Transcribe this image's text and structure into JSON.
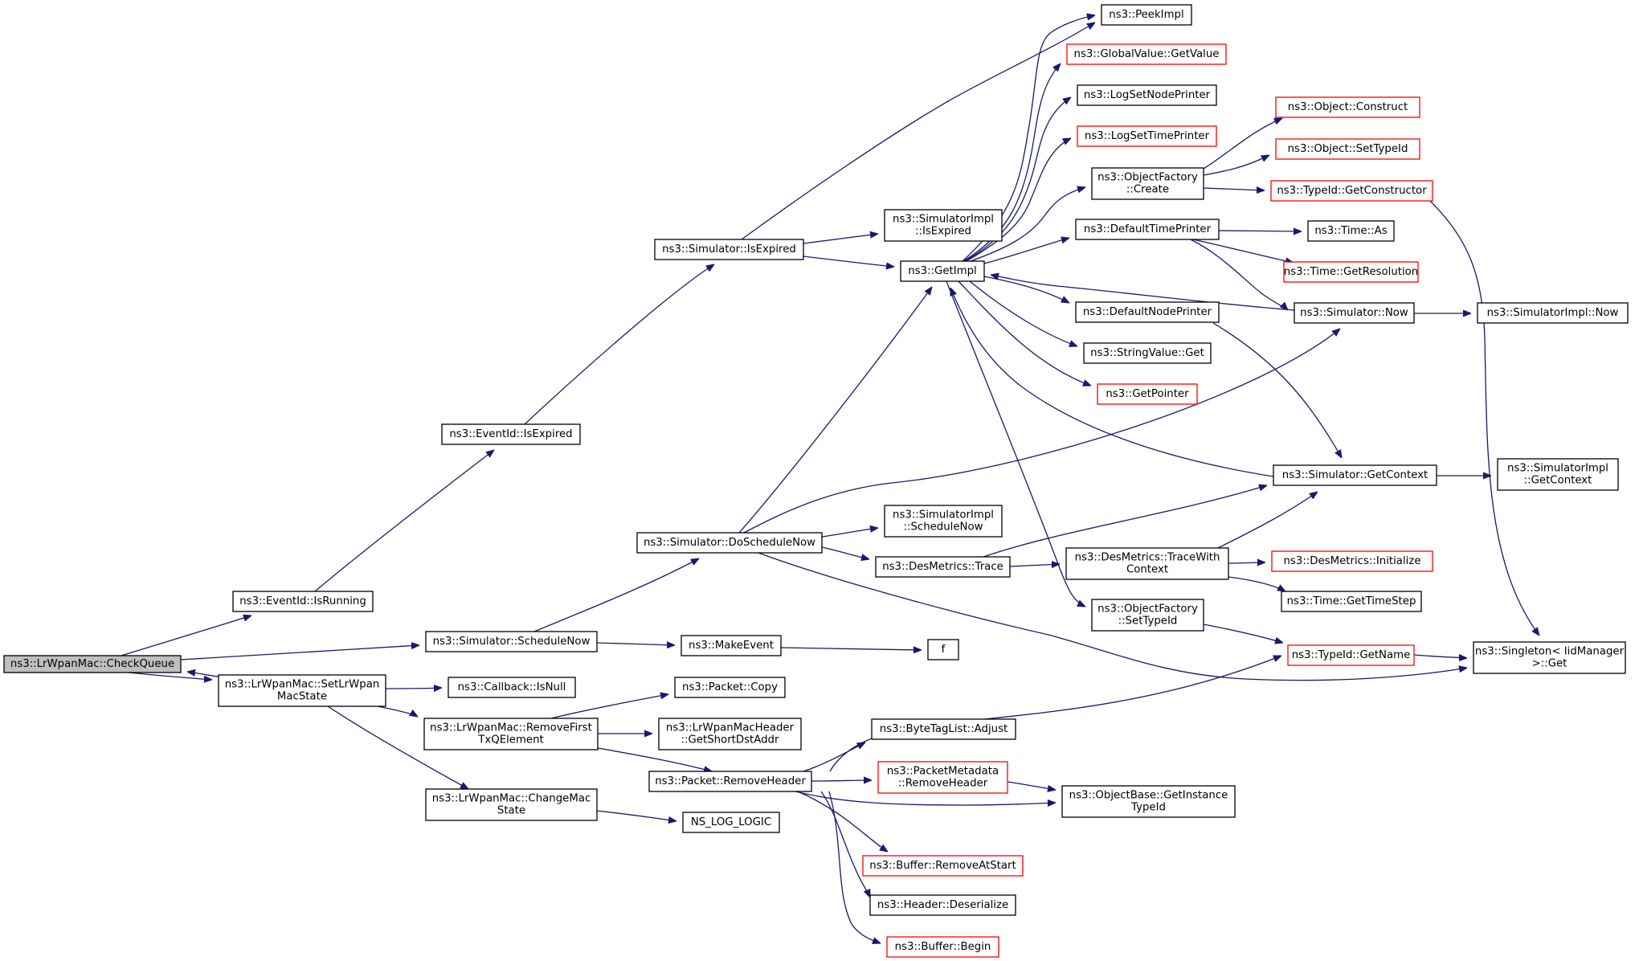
{
  "diagram": {
    "type": "doxygen-call-graph",
    "colors": {
      "edge": "#191970",
      "box_border": "#000000",
      "box_partial": "#ff0000",
      "focus_fill": "#bfbfbf"
    },
    "nodes": [
      {
        "id": "checkqueue",
        "lines": [
          "ns3::LrWpanMac::CheckQueue"
        ],
        "style": "focus"
      },
      {
        "id": "isrunning",
        "lines": [
          "ns3::EventId::IsRunning"
        ],
        "style": "normal"
      },
      {
        "id": "schedulenow",
        "lines": [
          "ns3::Simulator::ScheduleNow"
        ],
        "style": "normal"
      },
      {
        "id": "setstate",
        "lines": [
          "ns3::LrWpanMac::SetLrWpan",
          "MacState"
        ],
        "style": "normal"
      },
      {
        "id": "eid_isexpired",
        "lines": [
          "ns3::EventId::IsExpired"
        ],
        "style": "normal"
      },
      {
        "id": "sim_isexpired",
        "lines": [
          "ns3::Simulator::IsExpired"
        ],
        "style": "normal"
      },
      {
        "id": "doschedulenow",
        "lines": [
          "ns3::Simulator::DoScheduleNow"
        ],
        "style": "normal"
      },
      {
        "id": "makeevent",
        "lines": [
          "ns3::MakeEvent"
        ],
        "style": "normal"
      },
      {
        "id": "cb_isnull",
        "lines": [
          "ns3::Callback::IsNull"
        ],
        "style": "normal"
      },
      {
        "id": "removefirst",
        "lines": [
          "ns3::LrWpanMac::RemoveFirst",
          "TxQElement"
        ],
        "style": "normal"
      },
      {
        "id": "changestate",
        "lines": [
          "ns3::LrWpanMac::ChangeMac",
          "State"
        ],
        "style": "normal"
      },
      {
        "id": "peekimpl",
        "lines": [
          "ns3::PeekImpl"
        ],
        "style": "normal"
      },
      {
        "id": "gv_getvalue",
        "lines": [
          "ns3::GlobalValue::GetValue"
        ],
        "style": "partial"
      },
      {
        "id": "lognode",
        "lines": [
          "ns3::LogSetNodePrinter"
        ],
        "style": "normal"
      },
      {
        "id": "logtime",
        "lines": [
          "ns3::LogSetTimePrinter"
        ],
        "style": "partial"
      },
      {
        "id": "simimpl_isexpired",
        "lines": [
          "ns3::SimulatorImpl",
          "::IsExpired"
        ],
        "style": "normal"
      },
      {
        "id": "getimpl",
        "lines": [
          "ns3::GetImpl"
        ],
        "style": "normal"
      },
      {
        "id": "simimpl_schedulenow",
        "lines": [
          "ns3::SimulatorImpl",
          "::ScheduleNow"
        ],
        "style": "normal"
      },
      {
        "id": "des_trace",
        "lines": [
          "ns3::DesMetrics::Trace"
        ],
        "style": "normal"
      },
      {
        "id": "f",
        "lines": [
          "f"
        ],
        "style": "normal"
      },
      {
        "id": "pkt_copy",
        "lines": [
          "ns3::Packet::Copy"
        ],
        "style": "normal"
      },
      {
        "id": "getshortdst",
        "lines": [
          "ns3::LrWpanMacHeader",
          "::GetShortDstAddr"
        ],
        "style": "normal"
      },
      {
        "id": "removeheader",
        "lines": [
          "ns3::Packet::RemoveHeader"
        ],
        "style": "normal"
      },
      {
        "id": "ns_log_logic",
        "lines": [
          "NS_LOG_LOGIC"
        ],
        "style": "normal"
      },
      {
        "id": "of_create",
        "lines": [
          "ns3::ObjectFactory",
          "::Create"
        ],
        "style": "normal"
      },
      {
        "id": "defaulttime",
        "lines": [
          "ns3::DefaultTimePrinter"
        ],
        "style": "normal"
      },
      {
        "id": "defaultnode",
        "lines": [
          "ns3::DefaultNodePrinter"
        ],
        "style": "normal"
      },
      {
        "id": "sv_get",
        "lines": [
          "ns3::StringValue::Get"
        ],
        "style": "normal"
      },
      {
        "id": "getpointer",
        "lines": [
          "ns3::GetPointer"
        ],
        "style": "partial"
      },
      {
        "id": "sim_getcontext",
        "lines": [
          "ns3::Simulator::GetContext"
        ],
        "style": "normal"
      },
      {
        "id": "des_tracewith",
        "lines": [
          "ns3::DesMetrics::TraceWith",
          "Context"
        ],
        "style": "normal"
      },
      {
        "id": "of_settypeid",
        "lines": [
          "ns3::ObjectFactory",
          "::SetTypeId"
        ],
        "style": "normal"
      },
      {
        "id": "bytetag",
        "lines": [
          "ns3::ByteTagList::Adjust"
        ],
        "style": "normal"
      },
      {
        "id": "pm_removeheader",
        "lines": [
          "ns3::PacketMetadata",
          "::RemoveHeader"
        ],
        "style": "partial"
      },
      {
        "id": "buf_removeatstart",
        "lines": [
          "ns3::Buffer::RemoveAtStart"
        ],
        "style": "partial"
      },
      {
        "id": "hdr_deserialize",
        "lines": [
          "ns3::Header::Deserialize"
        ],
        "style": "normal"
      },
      {
        "id": "buf_begin",
        "lines": [
          "ns3::Buffer::Begin"
        ],
        "style": "partial"
      },
      {
        "id": "obj_construct",
        "lines": [
          "ns3::Object::Construct"
        ],
        "style": "partial"
      },
      {
        "id": "obj_settypeid",
        "lines": [
          "ns3::Object::SetTypeId"
        ],
        "style": "partial"
      },
      {
        "id": "tid_getconstructor",
        "lines": [
          "ns3::TypeId::GetConstructor"
        ],
        "style": "partial"
      },
      {
        "id": "time_as",
        "lines": [
          "ns3::Time::As"
        ],
        "style": "normal"
      },
      {
        "id": "time_getres",
        "lines": [
          "ns3::Time::GetResolution"
        ],
        "style": "partial"
      },
      {
        "id": "sim_now",
        "lines": [
          "ns3::Simulator::Now"
        ],
        "style": "normal"
      },
      {
        "id": "des_init",
        "lines": [
          "ns3::DesMetrics::Initialize"
        ],
        "style": "partial"
      },
      {
        "id": "time_gettimestep",
        "lines": [
          "ns3::Time::GetTimeStep"
        ],
        "style": "normal"
      },
      {
        "id": "tid_getname",
        "lines": [
          "ns3::TypeId::GetName"
        ],
        "style": "partial"
      },
      {
        "id": "objbase_gettid",
        "lines": [
          "ns3::ObjectBase::GetInstance",
          "TypeId"
        ],
        "style": "normal"
      },
      {
        "id": "simimpl_now",
        "lines": [
          "ns3::SimulatorImpl::Now"
        ],
        "style": "normal"
      },
      {
        "id": "simimpl_getcontext",
        "lines": [
          "ns3::SimulatorImpl",
          "::GetContext"
        ],
        "style": "normal"
      },
      {
        "id": "singleton_get",
        "lines": [
          "ns3::Singleton< IidManager",
          ">::Get"
        ],
        "style": "normal"
      }
    ],
    "edges": [
      {
        "from": "checkqueue",
        "to": "isrunning"
      },
      {
        "from": "checkqueue",
        "to": "schedulenow"
      },
      {
        "from": "checkqueue",
        "to": "setstate"
      },
      {
        "from": "isrunning",
        "to": "eid_isexpired"
      },
      {
        "from": "eid_isexpired",
        "to": "sim_isexpired"
      },
      {
        "from": "sim_isexpired",
        "to": "peekimpl"
      },
      {
        "from": "sim_isexpired",
        "to": "simimpl_isexpired"
      },
      {
        "from": "sim_isexpired",
        "to": "getimpl"
      },
      {
        "from": "schedulenow",
        "to": "doschedulenow"
      },
      {
        "from": "schedulenow",
        "to": "makeevent"
      },
      {
        "from": "makeevent",
        "to": "f"
      },
      {
        "from": "doschedulenow",
        "to": "getimpl"
      },
      {
        "from": "doschedulenow",
        "to": "sim_now"
      },
      {
        "from": "doschedulenow",
        "to": "simimpl_schedulenow"
      },
      {
        "from": "doschedulenow",
        "to": "des_trace"
      },
      {
        "from": "doschedulenow",
        "to": "singleton_get"
      },
      {
        "from": "setstate",
        "to": "checkqueue"
      },
      {
        "from": "setstate",
        "to": "cb_isnull"
      },
      {
        "from": "setstate",
        "to": "removefirst"
      },
      {
        "from": "setstate",
        "to": "changestate"
      },
      {
        "from": "removefirst",
        "to": "pkt_copy"
      },
      {
        "from": "removefirst",
        "to": "getshortdst"
      },
      {
        "from": "removefirst",
        "to": "removeheader"
      },
      {
        "from": "changestate",
        "to": "ns_log_logic"
      },
      {
        "from": "getimpl",
        "to": "peekimpl"
      },
      {
        "from": "getimpl",
        "to": "gv_getvalue"
      },
      {
        "from": "getimpl",
        "to": "lognode"
      },
      {
        "from": "getimpl",
        "to": "logtime"
      },
      {
        "from": "getimpl",
        "to": "of_create"
      },
      {
        "from": "getimpl",
        "to": "defaulttime"
      },
      {
        "from": "getimpl",
        "to": "defaultnode"
      },
      {
        "from": "getimpl",
        "to": "sv_get"
      },
      {
        "from": "getimpl",
        "to": "getpointer"
      },
      {
        "from": "getimpl",
        "to": "of_settypeid"
      },
      {
        "from": "of_create",
        "to": "obj_construct"
      },
      {
        "from": "of_create",
        "to": "obj_settypeid"
      },
      {
        "from": "of_create",
        "to": "tid_getconstructor"
      },
      {
        "from": "tid_getconstructor",
        "to": "singleton_get"
      },
      {
        "from": "defaulttime",
        "to": "time_as"
      },
      {
        "from": "defaulttime",
        "to": "time_getres"
      },
      {
        "from": "defaulttime",
        "to": "sim_now"
      },
      {
        "from": "sim_now",
        "to": "getimpl"
      },
      {
        "from": "sim_now",
        "to": "simimpl_now"
      },
      {
        "from": "defaultnode",
        "to": "sim_getcontext"
      },
      {
        "from": "sim_getcontext",
        "to": "getimpl"
      },
      {
        "from": "sim_getcontext",
        "to": "simimpl_getcontext"
      },
      {
        "from": "des_trace",
        "to": "sim_getcontext"
      },
      {
        "from": "des_trace",
        "to": "des_tracewith"
      },
      {
        "from": "des_tracewith",
        "to": "sim_getcontext"
      },
      {
        "from": "des_tracewith",
        "to": "des_init"
      },
      {
        "from": "des_tracewith",
        "to": "time_gettimestep"
      },
      {
        "from": "of_settypeid",
        "to": "tid_getname"
      },
      {
        "from": "tid_getname",
        "to": "singleton_get"
      },
      {
        "from": "removeheader",
        "to": "tid_getname"
      },
      {
        "from": "removeheader",
        "to": "bytetag"
      },
      {
        "from": "removeheader",
        "to": "pm_removeheader"
      },
      {
        "from": "removeheader",
        "to": "objbase_gettid"
      },
      {
        "from": "removeheader",
        "to": "buf_removeatstart"
      },
      {
        "from": "removeheader",
        "to": "hdr_deserialize"
      },
      {
        "from": "removeheader",
        "to": "buf_begin"
      },
      {
        "from": "pm_removeheader",
        "to": "objbase_gettid"
      }
    ]
  }
}
